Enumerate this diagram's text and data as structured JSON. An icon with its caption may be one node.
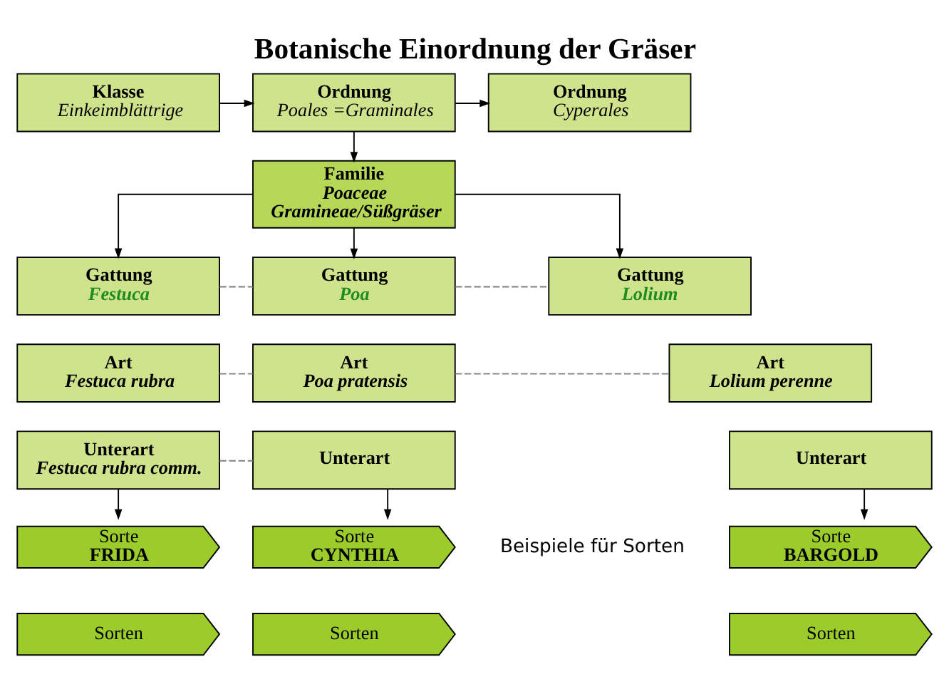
{
  "diagram": {
    "title": "Botanische Einordnung der Gräser",
    "nodes": [
      {
        "text": [
          "Klasse",
          "Einkeimblättrige"
        ]
      },
      {
        "text": [
          "Ordnung",
          "Poales =Graminales"
        ]
      },
      {
        "text": [
          "Ordnung",
          "Cyperales"
        ]
      },
      {
        "text": [
          "Familie",
          "Poaceae",
          "Gramineae/Süßgräser"
        ]
      },
      {
        "text": [
          "Gattung",
          "Festuca"
        ]
      },
      {
        "text": [
          "Gattung",
          "Poa"
        ]
      },
      {
        "text": [
          "Gattung",
          "Lolium"
        ]
      },
      {
        "text": [
          "Art",
          "Festuca rubra"
        ]
      },
      {
        "text": [
          "Art",
          "Poa pratensis"
        ]
      },
      {
        "text": [
          "Art",
          "Lolium perenne"
        ]
      },
      {
        "text": [
          "Unterart",
          "Festuca rubra comm."
        ]
      },
      {
        "text": [
          "Unterart"
        ]
      },
      {
        "text": [
          "Unterart"
        ]
      },
      {
        "text": [
          "Sorte",
          "FRIDA"
        ]
      },
      {
        "text": [
          "Sorte",
          "CYNTHIA"
        ]
      },
      {
        "text": [
          "Sorte",
          "BARGOLD"
        ]
      },
      {
        "text": [
          "Sorten"
        ]
      },
      {
        "text": [
          "Sorten"
        ]
      },
      {
        "text": [
          "Sorten"
        ]
      }
    ],
    "edges": [
      {
        "from": 0,
        "to": 1,
        "arrow": "to"
      },
      {
        "from": 1,
        "to": 2,
        "arrow": "to"
      },
      {
        "from": 1,
        "to": 3,
        "arrow": "to"
      },
      {
        "from": 3,
        "to": 4,
        "arrow": "to"
      },
      {
        "from": 3,
        "to": 5,
        "arrow": "to"
      },
      {
        "from": 3,
        "to": 6,
        "arrow": "to"
      },
      {
        "from": 4,
        "to": 5,
        "arrow": "none",
        "style": "dashed",
        "color": "#808080"
      },
      {
        "from": 5,
        "to": 6,
        "arrow": "none",
        "style": "dashed",
        "color": "#808080"
      },
      {
        "from": 7,
        "to": 8,
        "arrow": "none",
        "style": "dashed",
        "color": "#808080"
      },
      {
        "from": 8,
        "to": 9,
        "arrow": "none",
        "style": "dashed",
        "color": "#808080"
      },
      {
        "from": 10,
        "to": 11,
        "arrow": "none",
        "style": "dashed",
        "color": "#808080"
      },
      {
        "from": 10,
        "to": 13,
        "arrow": "to"
      },
      {
        "from": 11,
        "to": 14,
        "arrow": "to"
      },
      {
        "from": 12,
        "to": 15,
        "arrow": "to"
      }
    ],
    "labels": [
      "Beispiele für Sorten"
    ]
  }
}
